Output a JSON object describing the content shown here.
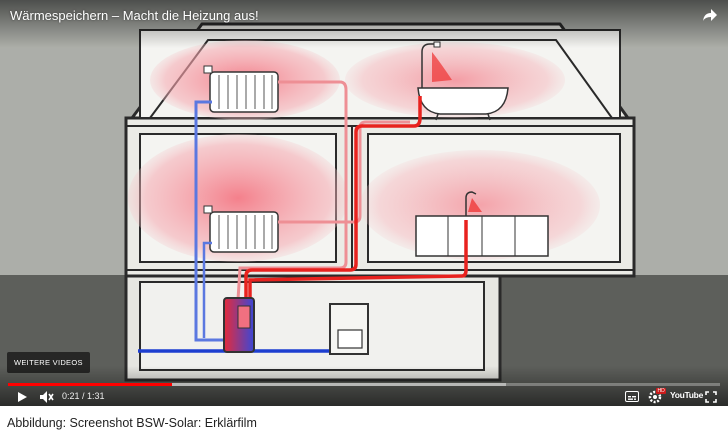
{
  "player": {
    "title": "Wärmespeichern – Macht die Heizung aus!",
    "more_videos_label": "WEITERE VIDEOS",
    "time_current": "0:21",
    "time_separator": " / ",
    "time_total": "1:31",
    "progress_played_fraction": 0.23,
    "progress_loaded_fraction": 0.7,
    "youtube_logo_text": "YouTube",
    "hd_badge": "HD",
    "colors": {
      "progress_played": "#ff0000",
      "hot_pipe": "#e8221e",
      "cold_pipe": "#1e3fd0",
      "warm_glow": "#f6a0a8",
      "wall": "#ebebe6"
    },
    "icons": [
      "share-icon",
      "play-icon",
      "mute-icon",
      "subtitles-icon",
      "settings-icon",
      "youtube-logo",
      "fullscreen-icon"
    ]
  },
  "caption": "Abbildung: Screenshot BSW-Solar: Erklärfilm"
}
